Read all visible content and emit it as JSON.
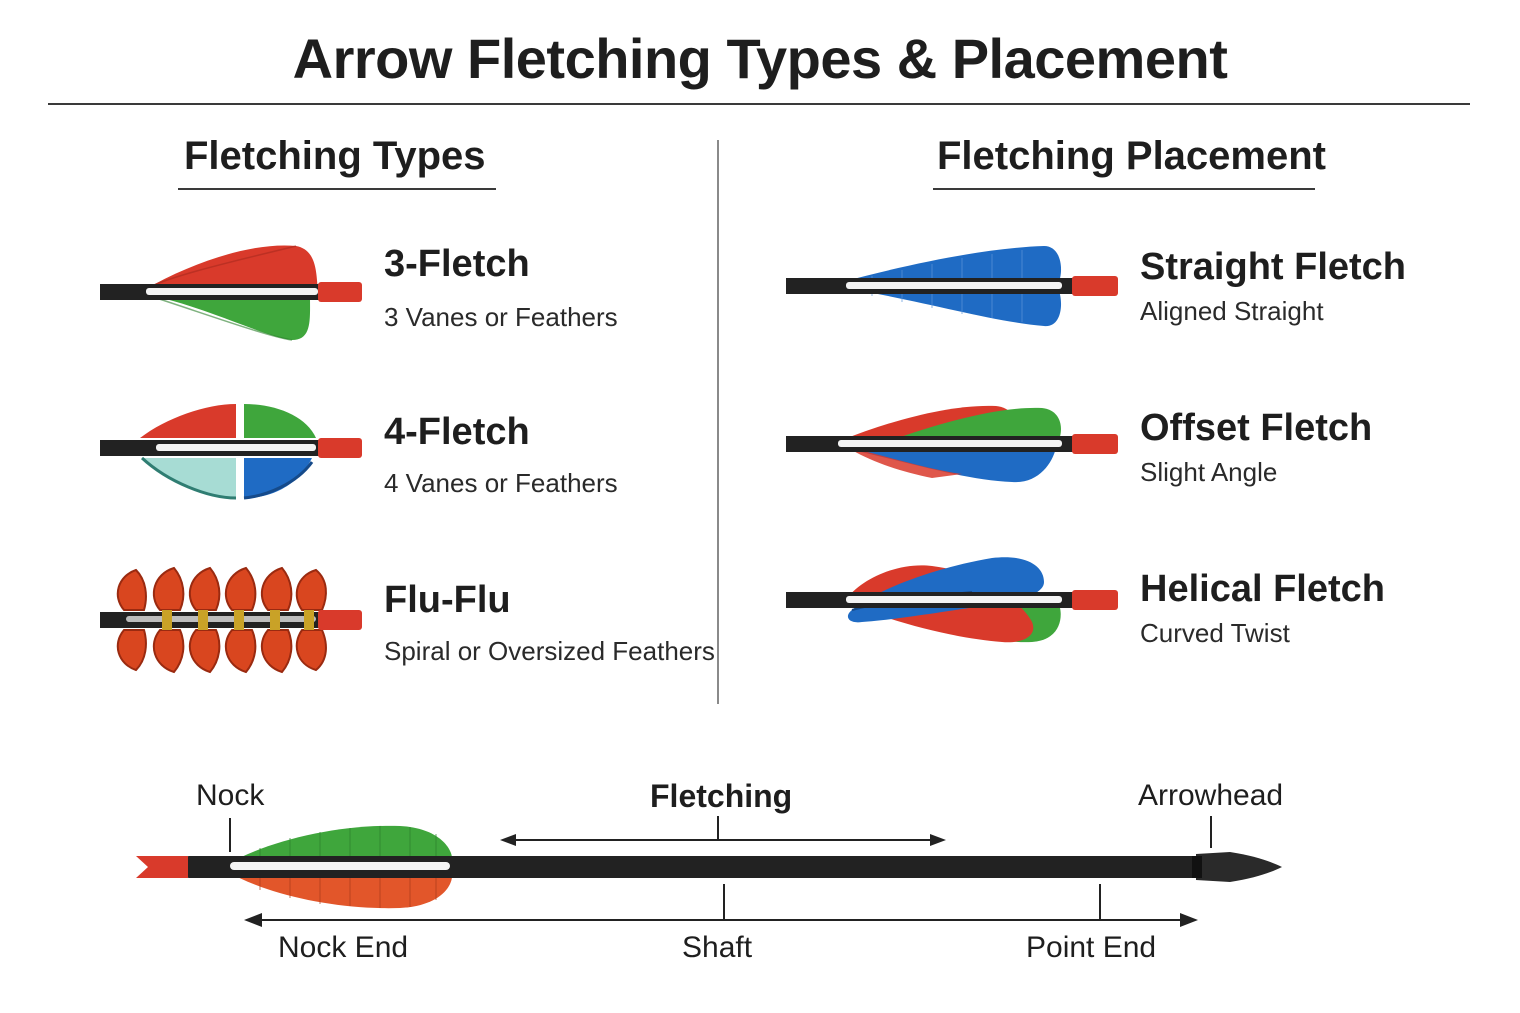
{
  "title": "Arrow Fletching Types & Placement",
  "types": {
    "heading": "Fletching Types",
    "items": [
      {
        "label": "3-Fletch",
        "desc": "3 Vanes or Feathers"
      },
      {
        "label": "4-Fletch",
        "desc": "4 Vanes or Feathers"
      },
      {
        "label": "Flu-Flu",
        "desc": "Spiral or Oversized Feathers"
      }
    ]
  },
  "placement": {
    "heading": "Fletching Placement",
    "items": [
      {
        "label": "Straight Fletch",
        "desc": "Aligned Straight"
      },
      {
        "label": "Offset Fletch",
        "desc": "Slight Angle"
      },
      {
        "label": "Helical Fletch",
        "desc": "Curved Twist"
      }
    ]
  },
  "anatomy": {
    "nock": "Nock",
    "fletching": "Fletching",
    "arrowhead": "Arrowhead",
    "nock_end": "Nock End",
    "shaft": "Shaft",
    "point_end": "Point End"
  },
  "colors": {
    "red": "#d93a2b",
    "green": "#3fa63c",
    "blue": "#1f6bc4",
    "teal": "#a7dcd4",
    "shaft": "#222222",
    "band": "#c9a227"
  }
}
